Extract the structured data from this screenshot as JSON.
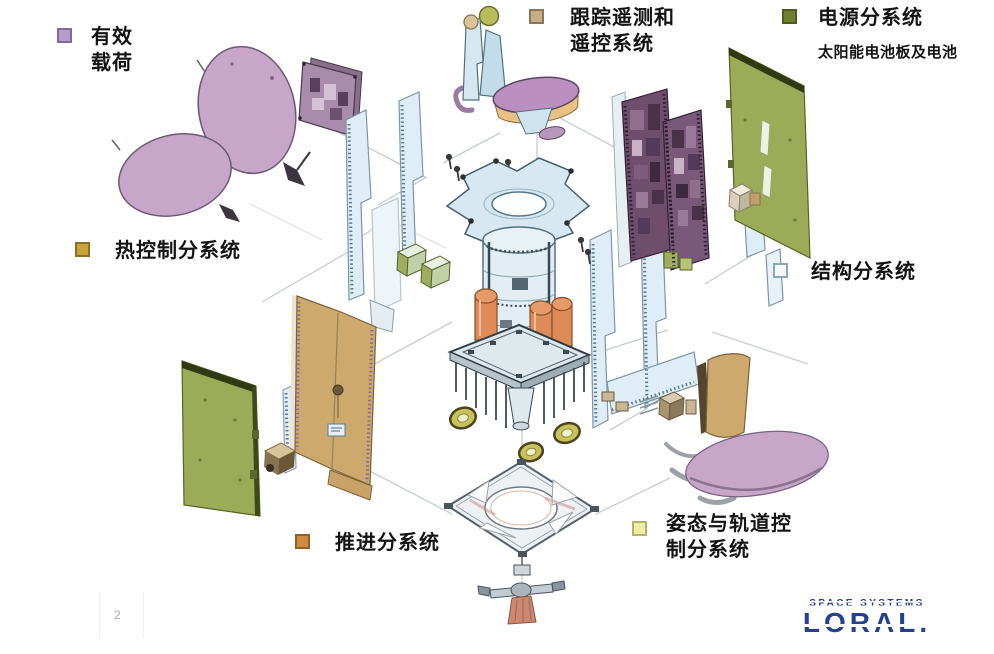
{
  "page": {
    "background": "#ffffff",
    "page_number": "2"
  },
  "legend": {
    "payload": {
      "lines": [
        "有效",
        "载荷"
      ],
      "swatch": "#b49dcb",
      "swatch_border": "#7d6b9e"
    },
    "tracking": {
      "lines": [
        "跟踪遥测和",
        "遥控系统"
      ],
      "swatch": "#c9ad87",
      "swatch_border": "#8d7656"
    },
    "power": {
      "label": "电源分系统",
      "sublabel": "太阳能电池板及电池",
      "swatch": "#6f8030",
      "swatch_border": "#4e5c1c"
    },
    "thermal": {
      "label": "热控制分系统",
      "swatch": "#c8a23c",
      "swatch_border": "#8c6e25"
    },
    "structure": {
      "label": "结构分系统",
      "swatch": "#f6f9fa",
      "swatch_border": "#90a6b2"
    },
    "propulsion": {
      "label": "推进分系统",
      "swatch": "#d08a3c",
      "swatch_border": "#8f6320"
    },
    "attitude": {
      "lines": [
        "姿态与轨道控",
        "制分系统"
      ],
      "swatch": "#eceda6",
      "swatch_border": "#b5b267"
    }
  },
  "logo": {
    "top_text": "SPACE SYSTEMS",
    "main_text": "LORAL.",
    "color": "#23418c"
  },
  "palette": {
    "dish_purple": "#c7a6ca",
    "ttc_dish_purple": "#bb8fc0",
    "solar_green": "#9cab57",
    "radiator_tan": "#cda96e",
    "panel_blue": "#dfeef6",
    "electronics_purple": "#6e4e6c",
    "electronics_purple_front": "#7a587a",
    "tank_orange": "#dd8b58",
    "wheel_olive": "#c9c25a",
    "nozzle_red": "#cc8873",
    "connector_gray": "#c6ccd2"
  }
}
